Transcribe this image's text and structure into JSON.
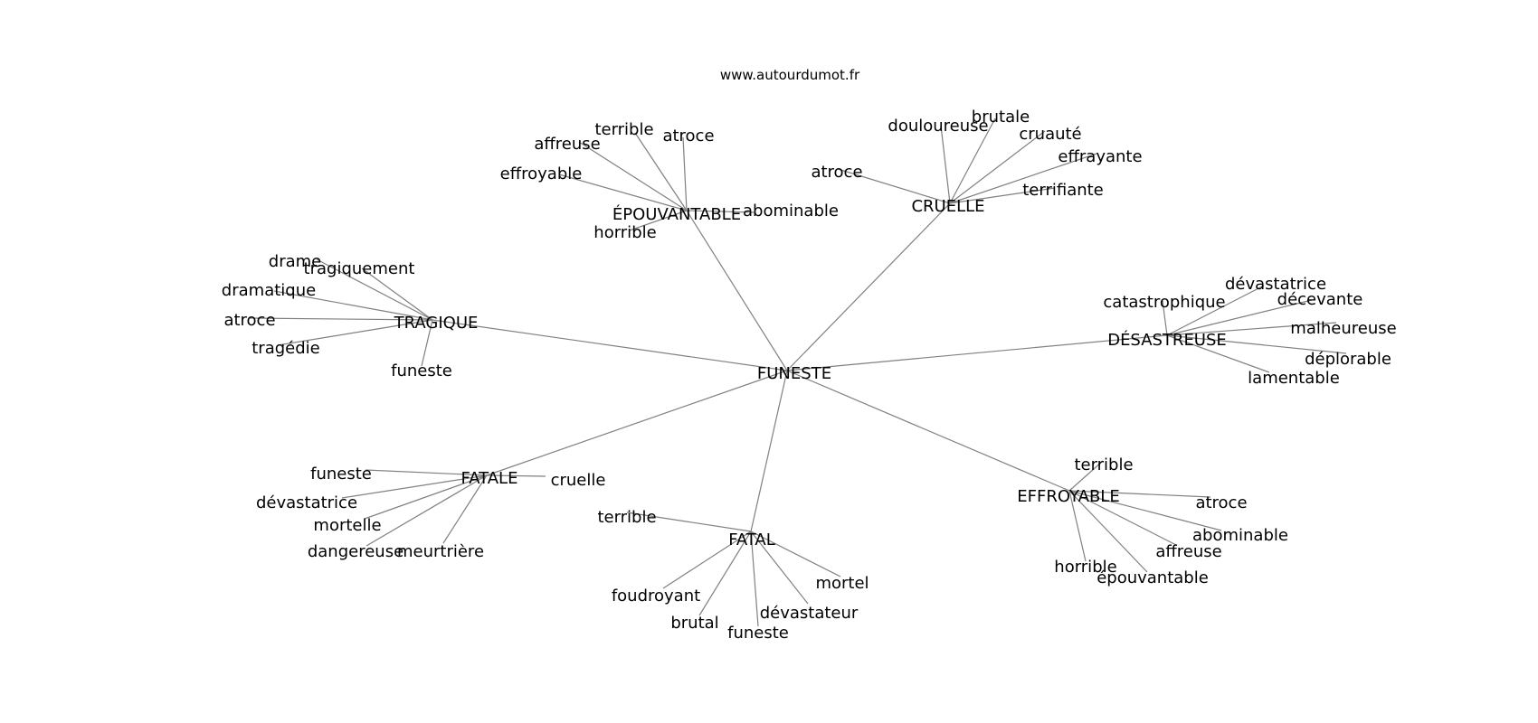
{
  "source": "www.autourdumot.fr",
  "graph": {
    "center": "FUNESTE",
    "clusters": [
      {
        "word": "ÉPOUVANTABLE",
        "children": [
          "terrible",
          "atroce",
          "affreuse",
          "effroyable",
          "abominable",
          "horrible"
        ]
      },
      {
        "word": "CRUELLE",
        "children": [
          "douloureuse",
          "brutale",
          "cruauté",
          "effrayante",
          "atroce",
          "terrifiante"
        ]
      },
      {
        "word": "TRAGIQUE",
        "children": [
          "drame",
          "tragiquement",
          "dramatique",
          "atroce",
          "tragédie",
          "funeste"
        ]
      },
      {
        "word": "DÉSASTREUSE",
        "children": [
          "dévastatrice",
          "catastrophique",
          "décevante",
          "malheureuse",
          "déplorable",
          "lamentable"
        ]
      },
      {
        "word": "FATALE",
        "children": [
          "funeste",
          "cruelle",
          "dévastatrice",
          "mortelle",
          "dangereuse",
          "meurtrière"
        ]
      },
      {
        "word": "FATAL",
        "children": [
          "terrible",
          "foudroyant",
          "mortel",
          "dévastateur",
          "brutal",
          "funeste"
        ]
      },
      {
        "word": "EFFROYABLE",
        "children": [
          "terrible",
          "atroce",
          "abominable",
          "affreuse",
          "horrible",
          "épouvantable"
        ]
      }
    ]
  }
}
